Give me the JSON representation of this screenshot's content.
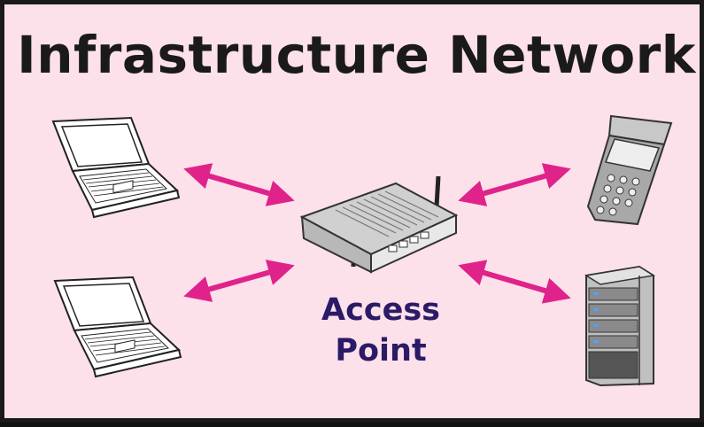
{
  "title": "Infrastructure Network",
  "access_point": {
    "line1": "Access",
    "line2": "Point"
  },
  "colors": {
    "background": "#fce0ea",
    "frame": "#1a1a1a",
    "arrow": "#e0238a",
    "caption": "#2b1a66",
    "title": "#1a1a1a"
  },
  "nodes": [
    "laptop-icon",
    "laptop-icon",
    "handheld-scanner-icon",
    "server-tower-icon",
    "router-icon"
  ]
}
